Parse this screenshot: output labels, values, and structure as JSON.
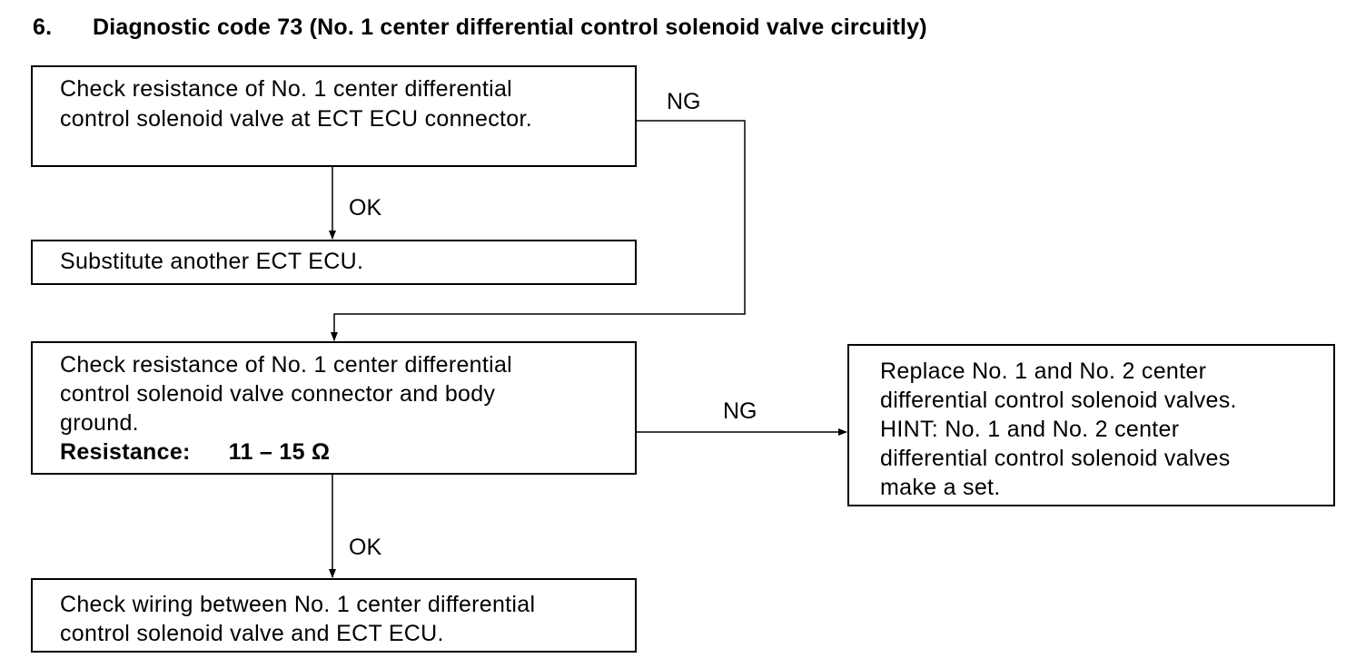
{
  "heading": {
    "number": "6.",
    "title": "Diagnostic code 73 (No. 1 center differential control solenoid valve circuitly)"
  },
  "boxes": {
    "check_ecu_connector": {
      "lines": [
        "Check resistance of No. 1 center differential",
        "control solenoid valve at ECT ECU connector."
      ]
    },
    "substitute_ecu": {
      "lines": [
        "Substitute another ECT ECU."
      ]
    },
    "check_body_ground": {
      "lines": [
        "Check resistance of No. 1 center differential",
        "control solenoid valve connector and body",
        "ground."
      ],
      "spec_label": "Resistance:",
      "spec_value": "11 – 15 Ω"
    },
    "replace_valves": {
      "lines": [
        "Replace No. 1 and No. 2 center",
        "differential control solenoid valves.",
        "HINT: No. 1 and No. 2 center",
        "differential control solenoid valves",
        "make a set."
      ]
    },
    "check_wiring": {
      "lines": [
        "Check wiring between No. 1 center differential",
        "control solenoid valve and ECT ECU."
      ]
    }
  },
  "labels": {
    "ng_top": "NG",
    "ok_top": "OK",
    "ng_right": "NG",
    "ok_bottom": "OK"
  }
}
